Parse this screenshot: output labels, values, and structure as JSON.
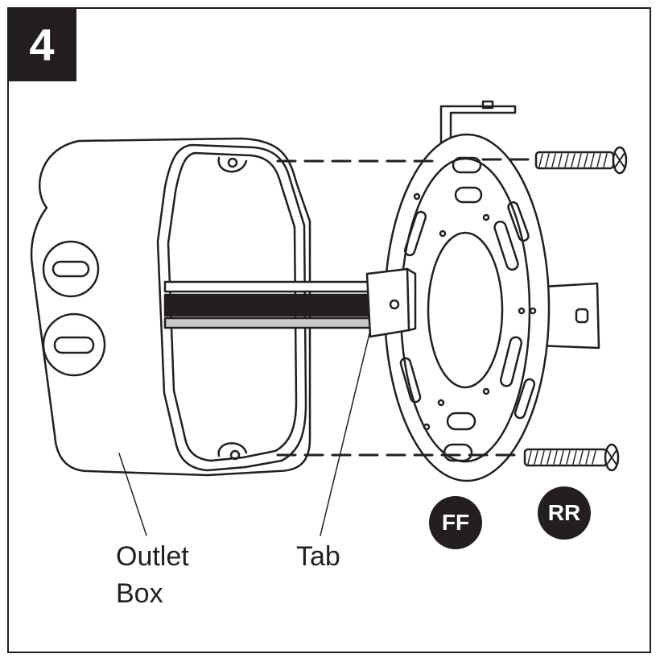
{
  "step": {
    "number": "4"
  },
  "labels": {
    "outlet_box_line1": "Outlet",
    "outlet_box_line2": "Box",
    "tab": "Tab"
  },
  "parts": {
    "ff": "FF",
    "rr": "RR"
  },
  "colors": {
    "ink": "#231f20",
    "background": "#ffffff"
  }
}
